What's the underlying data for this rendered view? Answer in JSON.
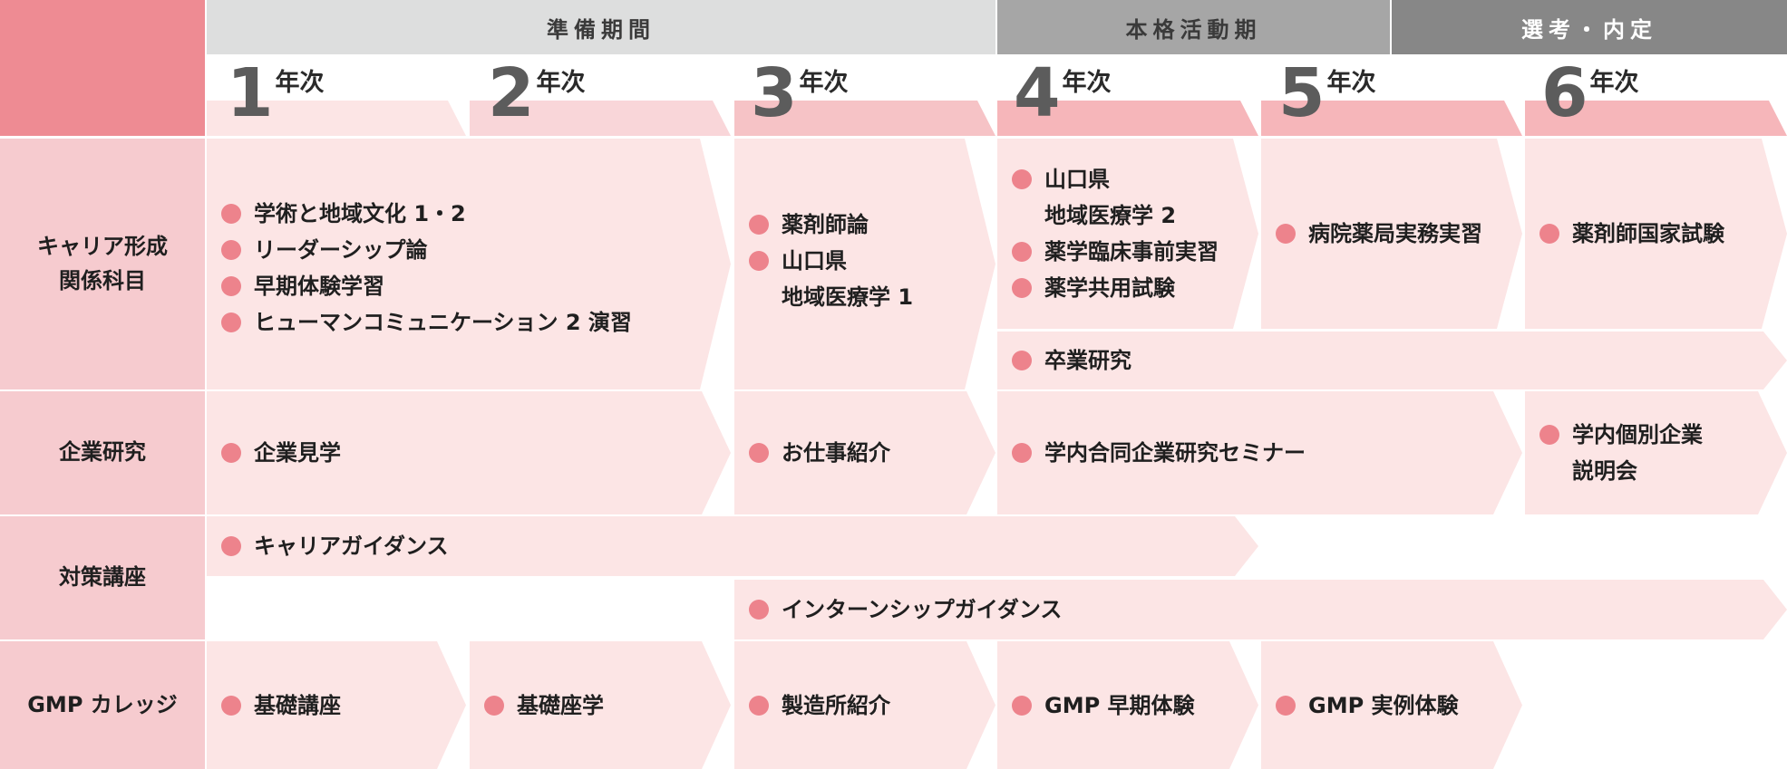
{
  "phases": {
    "prep": "準備期間",
    "main": "本格活動期",
    "selection": "選考・内定"
  },
  "years": [
    {
      "num": "1",
      "label": "年次"
    },
    {
      "num": "2",
      "label": "年次"
    },
    {
      "num": "3",
      "label": "年次"
    },
    {
      "num": "4",
      "label": "年次"
    },
    {
      "num": "5",
      "label": "年次"
    },
    {
      "num": "6",
      "label": "年次"
    }
  ],
  "rows": {
    "career": {
      "label_line1": "キャリア形成",
      "label_line2": "関係科目",
      "y12": [
        "学術と地域文化 1・2",
        "リーダーシップ論",
        "早期体験学習",
        "ヒューマンコミュニケーション 2 演習"
      ],
      "y3": [
        "薬剤師論",
        "山口県",
        "地域医療学 1"
      ],
      "y4": [
        "山口県",
        "地域医療学 2",
        "薬学臨床事前実習",
        "薬学共用試験"
      ],
      "y5": [
        "病院薬局実務実習"
      ],
      "y6": [
        "薬剤師国家試験"
      ],
      "y46": [
        "卒業研究"
      ]
    },
    "company": {
      "label": "企業研究",
      "y12": [
        "企業見学"
      ],
      "y3": [
        "お仕事紹介"
      ],
      "y45": [
        "学内合同企業研究セミナー"
      ],
      "y6": [
        "学内個別企業",
        "説明会"
      ]
    },
    "measures": {
      "label": "対策講座",
      "guidance": [
        "キャリアガイダンス"
      ],
      "internship": [
        "インターンシップガイダンス"
      ]
    },
    "gmp": {
      "label": "GMP カレッジ",
      "y1": [
        "基礎講座"
      ],
      "y2": [
        "基礎座学"
      ],
      "y3": [
        "製造所紹介"
      ],
      "y4": [
        "GMP 早期体験"
      ],
      "y5": [
        "GMP 実例体験"
      ]
    }
  },
  "colors": {
    "corner": "#ee8b93",
    "row_label": "#f6cbcf",
    "cell": "#fce5e5",
    "bullet": "#ed838c",
    "phase_prep": "#dddede",
    "phase_main": "#a6a6a6",
    "phase_selection": "#878787"
  }
}
